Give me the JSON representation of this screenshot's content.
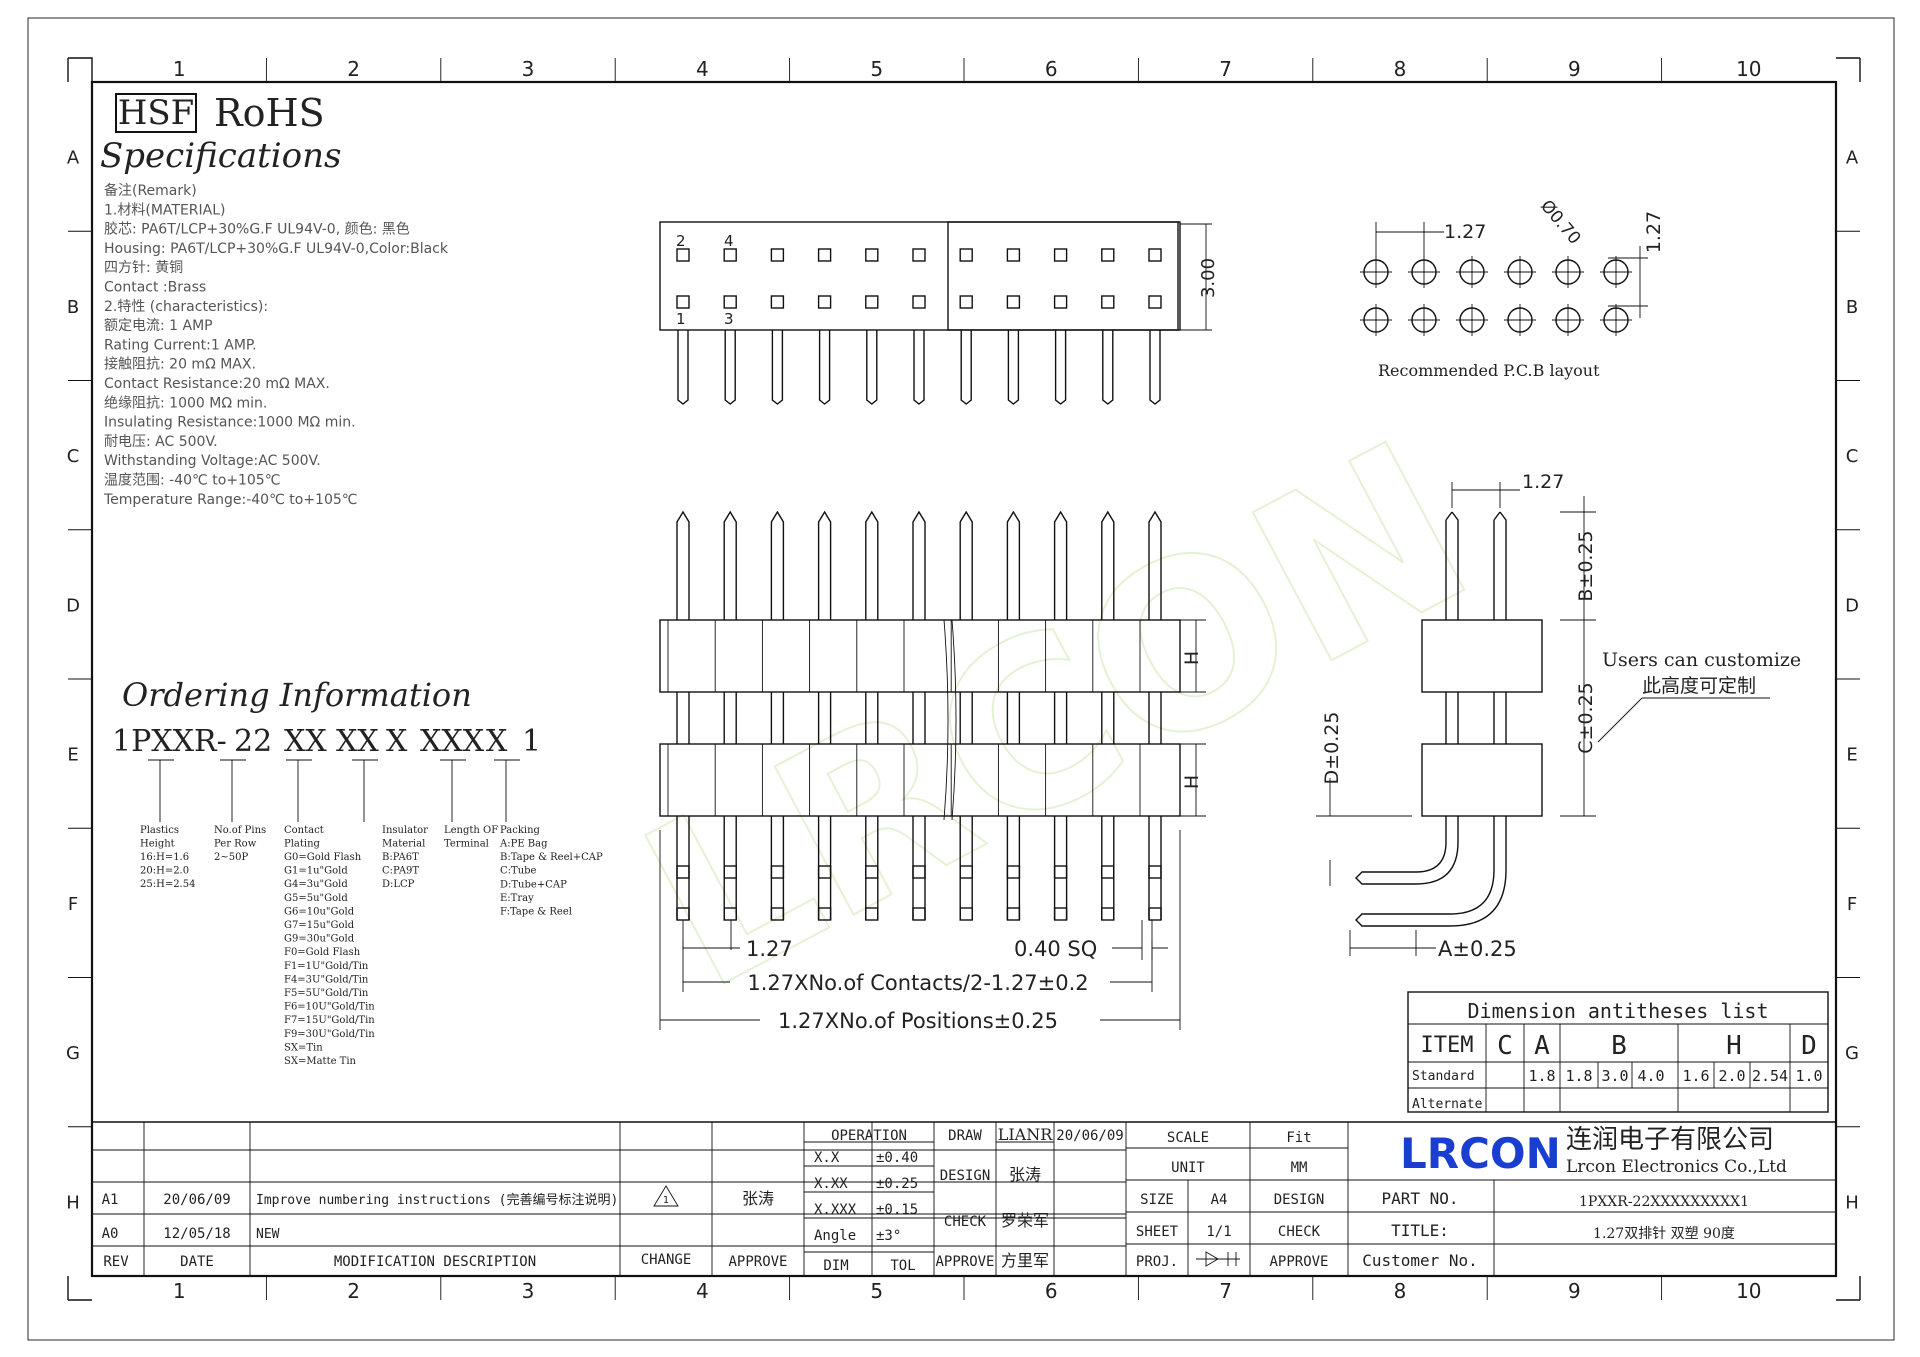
{
  "frame": {
    "columns": [
      "1",
      "2",
      "3",
      "4",
      "5",
      "6",
      "7",
      "8",
      "9",
      "10"
    ],
    "rows": [
      "A",
      "B",
      "C",
      "D",
      "E",
      "F",
      "G",
      "H"
    ]
  },
  "header": {
    "hsf": "HSF",
    "rohs": "RoHS",
    "spec_title": "Specifications"
  },
  "specs": [
    "备注(Remark)",
    "1.材料(MATERIAL)",
    "胶芯: PA6T/LCP+30%G.F UL94V-0, 颜色: 黑色",
    "Housing: PA6T/LCP+30%G.F UL94V-0,Color:Black",
    "四方针: 黄铜",
    "Contact :Brass",
    "2.特性 (characteristics):",
    "额定电流: 1 AMP",
    "Rating Current:1 AMP.",
    "接触阻抗: 20 mΩ MAX.",
    "Contact Resistance:20 mΩ MAX.",
    "绝缘阻抗: 1000 MΩ min.",
    "Insulating Resistance:1000 MΩ  min.",
    "耐电压: AC 500V.",
    "Withstanding Voltage:AC 500V.",
    "温度范围: -40℃ to+105℃",
    "Temperature Range:-40℃ to+105℃"
  ],
  "ordering": {
    "title": "Ordering Information",
    "code_prefix": "1PXXR-",
    "code_parts": [
      "22",
      "XX",
      "XX",
      "X",
      "XXX",
      "X",
      "1"
    ],
    "legend": [
      {
        "title": "Plastics Height",
        "items": [
          "16:H=1.6",
          "20:H=2.0",
          "25:H=2.54"
        ]
      },
      {
        "title": "No.of Pins Per Row",
        "items": [
          "2~50P"
        ]
      },
      {
        "title": "Contact Plating",
        "items": [
          "G0=Gold Flash",
          "G1=1u\"Gold",
          "G4=3u\"Gold",
          "G5=5u\"Gold",
          "G6=10u\"Gold",
          "G7=15u\"Gold",
          "G9=30u\"Gold",
          "F0=Gold Flash",
          "F1=1U\"Gold/Tin",
          "F4=3U\"Gold/Tin",
          "F5=5U\"Gold/Tin",
          "F6=10U\"Gold/Tin",
          "F7=15U\"Gold/Tin",
          "F9=30U\"Gold/Tin",
          "SX=Tin",
          "SX=Matte Tin"
        ]
      },
      {
        "title": "Insulator Material",
        "items": [
          "B:PA6T",
          "C:PA9T",
          "D:LCP"
        ]
      },
      {
        "title": "Length OF Terminal",
        "items": []
      },
      {
        "title": "Packing",
        "items": [
          "A:PE Bag",
          "B:Tape & Reel+CAP",
          "C:Tube",
          "D:Tube+CAP",
          "E:Tray",
          "F:Tape & Reel"
        ]
      }
    ]
  },
  "drawing": {
    "top_pin_labels": [
      "2",
      "4",
      "1",
      "3"
    ],
    "dim_300": "3.00",
    "pcb": {
      "pitch_h": "1.27",
      "pitch_v": "1.27",
      "hole": "Ø0.70",
      "caption": "Recommended P.C.B layout"
    },
    "side": {
      "pitch": "1.27",
      "b": "B±0.25",
      "c": "C±0.25",
      "d": "D±0.25",
      "a": "A±0.25",
      "note_en": "Users can customize",
      "note_cn": "此高度可定制"
    },
    "front": {
      "h": "H",
      "pitch": "1.27",
      "sq": "0.40 SQ",
      "contacts_dim": "1.27XNo.of Contacts/2-1.27±0.2",
      "positions_dim": "1.27XNo.of Positions±0.25"
    }
  },
  "dim_table": {
    "title": "Dimension antitheses list",
    "item_label": "ITEM",
    "headers": [
      "C",
      "A",
      "B",
      "H",
      "D"
    ],
    "standard_label": "Standard",
    "standard_values": [
      "1.8",
      "1.8",
      "3.0",
      "4.0",
      "1.6",
      "2.0",
      "2.54",
      "1.0"
    ],
    "alternate_label": "Alternate"
  },
  "title_block": {
    "revisions": [
      {
        "rev": "A1",
        "date": "20/06/09",
        "desc": "Improve numbering instructions (完善编号标注说明)",
        "change": "1",
        "approve": "张涛"
      },
      {
        "rev": "A0",
        "date": "12/05/18",
        "desc": "NEW",
        "change": "",
        "approve": ""
      }
    ],
    "rev_header": {
      "rev": "REV",
      "date": "DATE",
      "desc": "MODIFICATION DESCRIPTION",
      "change": "CHANGE",
      "approve": "APPROVE"
    },
    "tolerance": {
      "operation": "OPERATION",
      "rows": [
        [
          "X.X",
          "±0.40"
        ],
        [
          "X.XX",
          "±0.25"
        ],
        [
          "X.XXX",
          "±0.15"
        ],
        [
          "Angle",
          "±3°"
        ]
      ],
      "dim": "DIM",
      "tol": "TOL"
    },
    "signoff": [
      [
        "DRAW",
        "LIANR",
        "20/06/09"
      ],
      [
        "DESIGN",
        "张涛",
        ""
      ],
      [
        "CHECK",
        "罗荣军",
        ""
      ],
      [
        "APPROVE",
        "方里军",
        ""
      ]
    ],
    "scale": {
      "scale": "SCALE",
      "fit": "Fit",
      "unit": "UNIT",
      "mm": "MM",
      "size": "SIZE",
      "a4": "A4",
      "design": "DESIGN",
      "sheet": "SHEET",
      "sheet_val": "1/1",
      "check": "CHECK",
      "proj": "PROJ.",
      "approve": "APPROVE"
    },
    "company": {
      "logo": "LRCON",
      "cn": "连润电子有限公司",
      "en": "Lrcon Electronics Co.,Ltd"
    },
    "part_no_label": "PART NO.",
    "part_no": "1PXXR-22XXXXXXXXX1",
    "title_label": "TITLE:",
    "title": "1.27双排针 双塑 90度",
    "customer_label": "Customer No."
  },
  "watermark": "LRCON"
}
